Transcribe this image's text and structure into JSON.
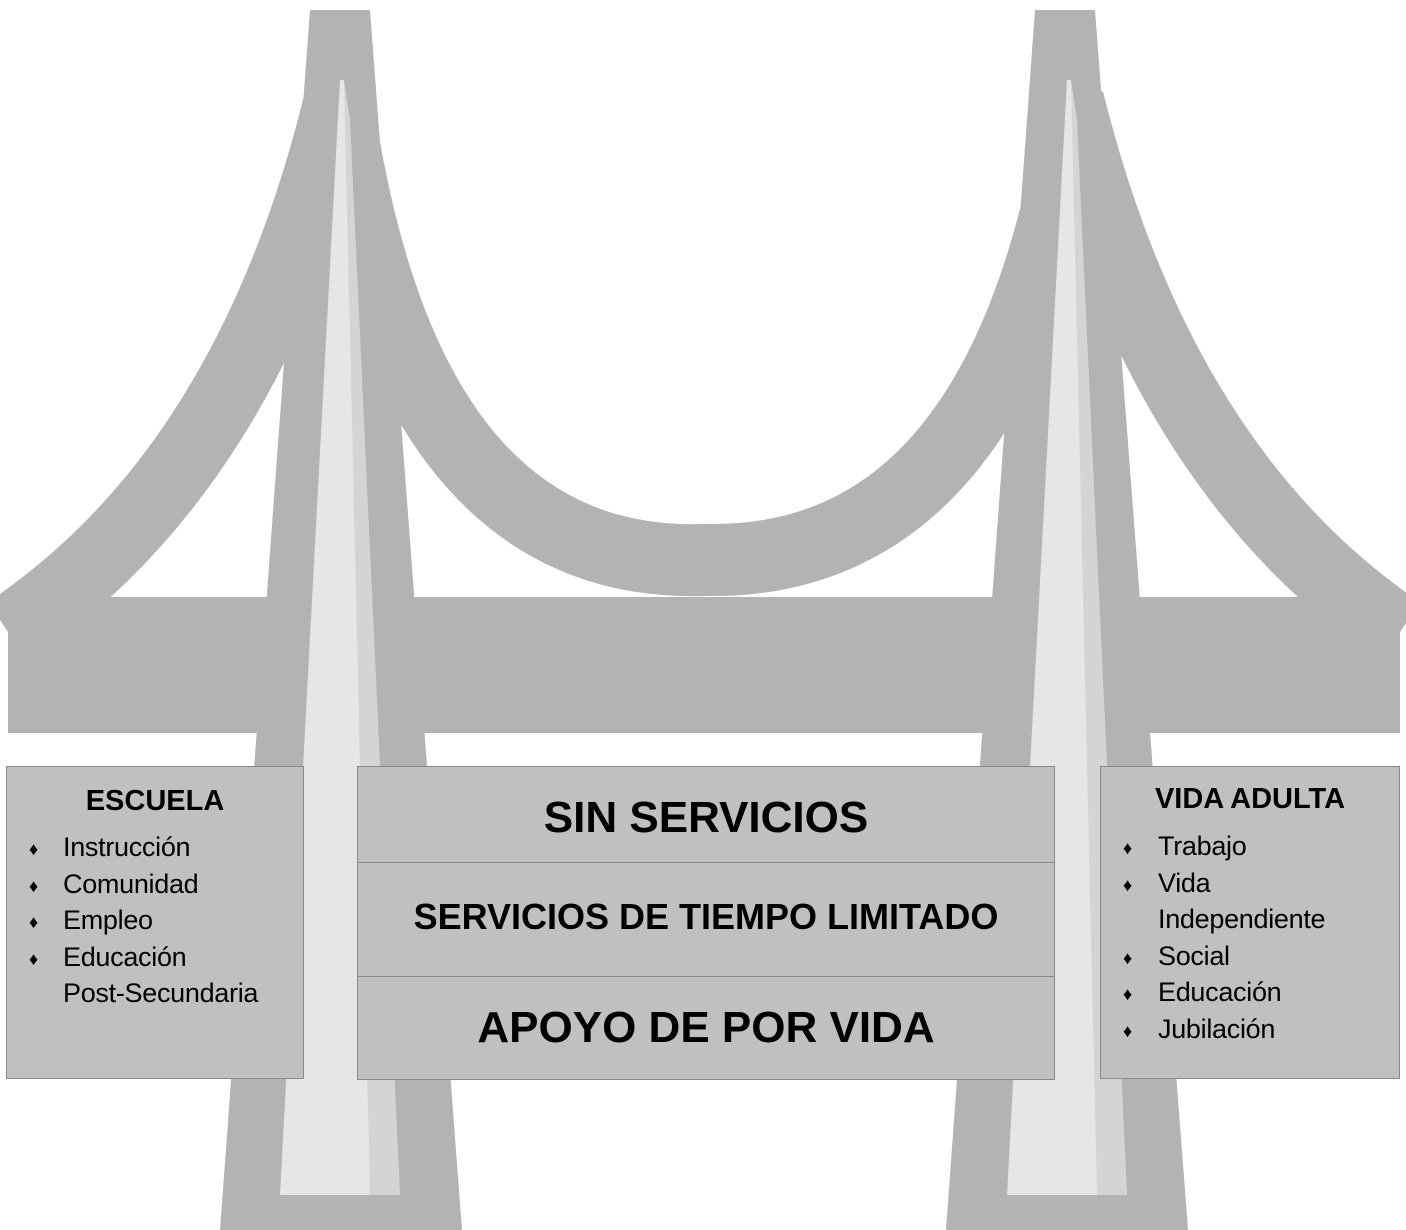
{
  "colors": {
    "bridge": "#b3b3b3",
    "tower_highlight": "#e6e6e6",
    "tower_highlight_shade": "#d4d4d4",
    "box_fill": "#c0c0c0",
    "box_border": "#8a8a8a"
  },
  "escuela": {
    "title": "ESCUELA",
    "bullet": "♦",
    "items": [
      "Instrucción",
      "Comunidad",
      "Empleo",
      "Educación",
      "Post-Secundaria"
    ]
  },
  "center": {
    "rows": [
      "SIN SERVICIOS",
      "SERVICIOS DE TIEMPO LIMITADO",
      "APOYO DE POR VIDA"
    ]
  },
  "vida_adulta": {
    "title": "VIDA ADULTA",
    "bullet": "♦",
    "items": [
      "Trabajo",
      "Vida",
      "Independiente",
      "Social",
      "Educación",
      "Jubilación"
    ]
  }
}
